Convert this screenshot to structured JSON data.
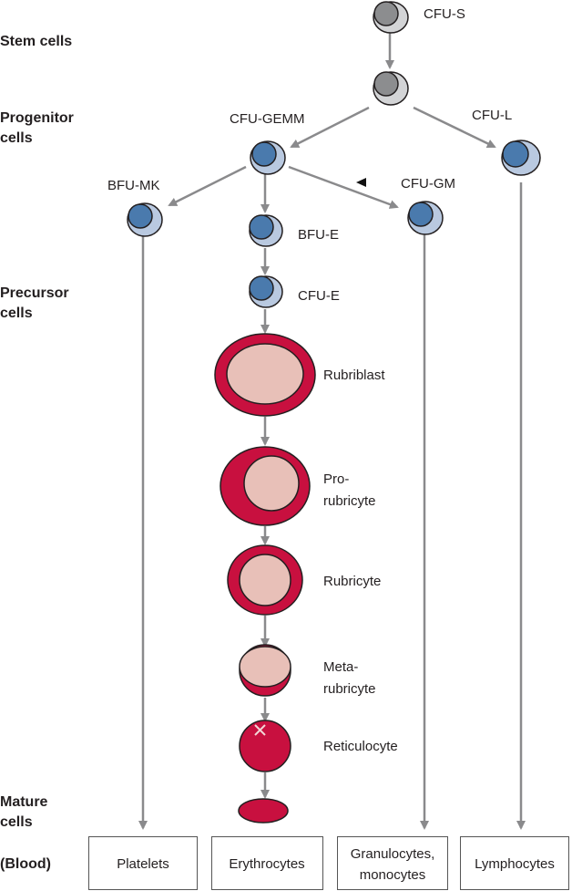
{
  "stages": {
    "stem": "Stem cells",
    "progenitor_1": "Progenitor",
    "progenitor_2": "cells",
    "precursor_1": "Precursor",
    "precursor_2": "cells",
    "mature_1": "Mature",
    "mature_2": "cells",
    "blood": "(Blood)"
  },
  "cells": {
    "cfu_s": "CFU-S",
    "cfu_gemm": "CFU-GEMM",
    "cfu_l": "CFU-L",
    "bfu_mk": "BFU-MK",
    "cfu_gm": "CFU-GM",
    "bfu_e": "BFU-E",
    "cfu_e": "CFU-E",
    "rubriblast": "Rubriblast",
    "prorubricyte_1": "Pro-",
    "prorubricyte_2": "rubricyte",
    "rubricyte": "Rubricyte",
    "metarubricyte_1": "Meta-",
    "metarubricyte_2": "rubricyte",
    "reticulocyte": "Reticulocyte"
  },
  "blood_boxes": {
    "platelets": "Platelets",
    "erythrocytes": "Erythrocytes",
    "granulocytes_1": "Granulocytes,",
    "granulocytes_2": "monocytes",
    "lymphocytes": "Lymphocytes"
  },
  "colors": {
    "stem_nucleus": "#8c8d8f",
    "stem_body": "#d3d4d6",
    "progenitor_nucleus": "#4a7aad",
    "progenitor_body": "#b9c9e0",
    "erythroid_red": "#c8103f",
    "erythroid_pink": "#e8c0b8",
    "arrow": "#8a8a8c"
  }
}
